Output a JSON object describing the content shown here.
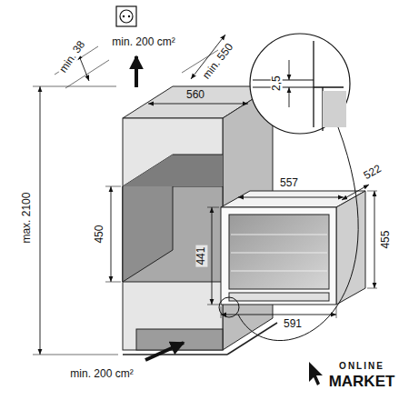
{
  "diagram": {
    "labels": [
      "min. 38",
      "min. 200 cm²",
      "min. 550",
      "560",
      "max. 2100",
      "450",
      "557",
      "522",
      "455",
      "441",
      "591",
      "2,5",
      "min. 200 cm²",
      "ONLINE",
      "MARKET"
    ]
  }
}
